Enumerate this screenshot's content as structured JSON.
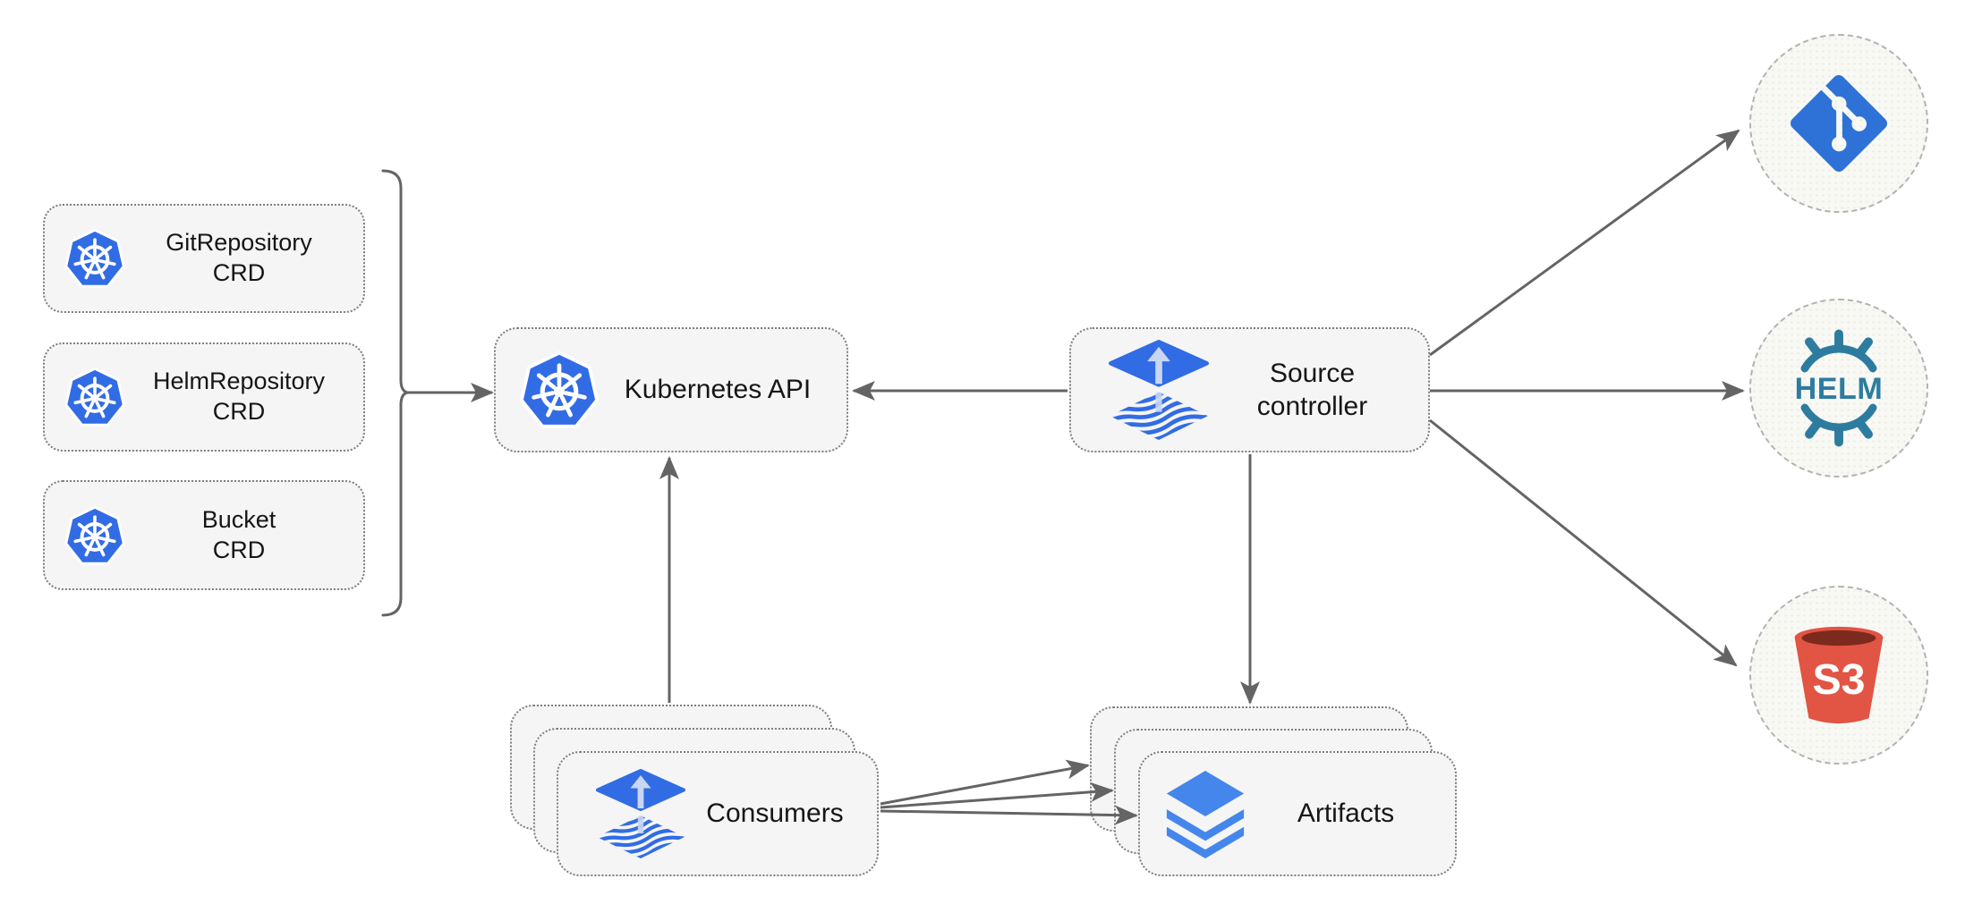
{
  "diagram": {
    "name": "flux-source-controller-architecture",
    "nodes": {
      "crd_boxes": [
        {
          "name": "GitRepository",
          "suffix": "CRD",
          "icon": "kubernetes-icon"
        },
        {
          "name": "HelmRepository",
          "suffix": "CRD",
          "icon": "kubernetes-icon"
        },
        {
          "name": "Bucket",
          "suffix": "CRD",
          "icon": "kubernetes-icon"
        }
      ],
      "kubernetes_api": {
        "label": "Kubernetes API",
        "icon": "kubernetes-icon"
      },
      "source_controller": {
        "line1": "Source",
        "line2": "controller",
        "icon": "flux-icon"
      },
      "consumers": {
        "label": "Consumers",
        "icon": "flux-icon",
        "stack_count": 3
      },
      "artifacts": {
        "label": "Artifacts",
        "icon": "layers-icon",
        "stack_count": 3
      },
      "git_endpoint": {
        "icon": "git-icon"
      },
      "helm_endpoint": {
        "icon": "helm-icon",
        "logo_text": "HELM"
      },
      "s3_endpoint": {
        "icon": "s3-bucket-icon",
        "logo_text": "S3"
      }
    },
    "edges": [
      "crd_boxes -> kubernetes_api",
      "source_controller -> kubernetes_api",
      "consumers -> kubernetes_api",
      "source_controller -> artifacts",
      "source_controller -> git_endpoint",
      "source_controller -> helm_endpoint",
      "source_controller -> s3_endpoint",
      "consumers -> artifacts (x3)"
    ],
    "colors": {
      "kubernetes_blue": "#326CE5",
      "flux_blue": "#316CE4",
      "flux_arrow_light": "#C9D6F3",
      "layers_blue": "#4486EC",
      "git_blue": "#2E72D8",
      "helm_teal": "#2D7CA0",
      "s3_red": "#E25444",
      "s3_dark_red": "#7C2A1E",
      "node_fill": "#F5F5F5",
      "node_border": "#7F7F7F",
      "connector_gray": "#646464",
      "endpoint_fill": "#F8F8F4",
      "endpoint_border": "#B2B2B2",
      "text": "#161616"
    }
  }
}
